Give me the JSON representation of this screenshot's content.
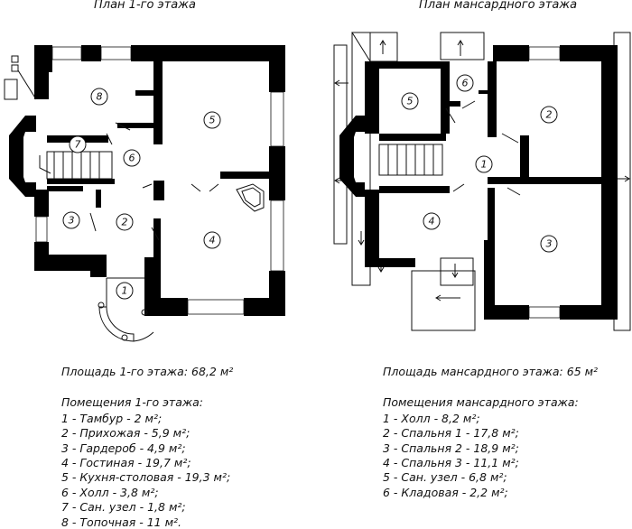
{
  "plan1": {
    "title": "План 1-го этажа",
    "area": "Площадь 1-го этажа: 68,2 м²",
    "rooms_title": "Помещения 1-го этажа:",
    "rooms": [
      "1 - Тамбур - 2 м²;",
      "2 - Прихожая - 5,9 м²;",
      "3 - Гардероб - 4,9 м²;",
      "4 - Гостиная - 19,7 м²;",
      "5 - Кухня-столовая - 19,3 м²;",
      "6 - Холл - 3,8 м²;",
      "7 - Сан. узел - 1,8 м²;",
      "8 - Топочная - 11 м²."
    ],
    "labels": [
      "1",
      "2",
      "3",
      "4",
      "5",
      "6",
      "7",
      "8"
    ]
  },
  "plan2": {
    "title": "План мансардного этажа",
    "area": "Площадь мансардного этажа: 65 м²",
    "rooms_title": "Помещения мансардного этажа:",
    "rooms": [
      "1 - Холл - 8,2 м²;",
      "2 - Спальня 1 - 17,8 м²;",
      "3 - Спальня 2 - 18,9 м²;",
      "4 - Спальня 3 - 11,1 м²;",
      "5 - Сан. узел - 6,8 м²;",
      "6 - Кладовая - 2,2 м²;"
    ],
    "labels": [
      "1",
      "2",
      "3",
      "4",
      "5",
      "6"
    ]
  }
}
